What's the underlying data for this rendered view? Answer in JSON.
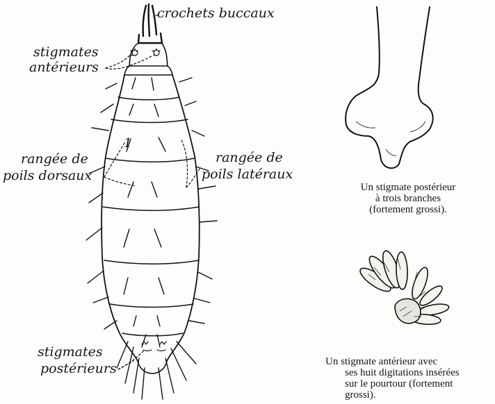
{
  "labels": {
    "crochets": "crochets buccaux",
    "stig_ant_1": "stigmates",
    "stig_ant_2": "antérieurs",
    "dorsaux_1": "rangée de",
    "dorsaux_2": "poils dorsaux",
    "lateraux_1": "rangée de",
    "lateraux_2": "poils latéraux",
    "stig_post_1": "stigmates",
    "stig_post_2": "postérieurs",
    "digit": "1"
  },
  "captions": {
    "posterior": [
      "Un stigmate postérieur",
      "à trois branches",
      "(fortement grossi)."
    ],
    "anterior": [
      "Un stigmate antérieur avec",
      "ses huit digitations insérées",
      "sur le pourtour (fortement",
      "grossi)."
    ]
  }
}
